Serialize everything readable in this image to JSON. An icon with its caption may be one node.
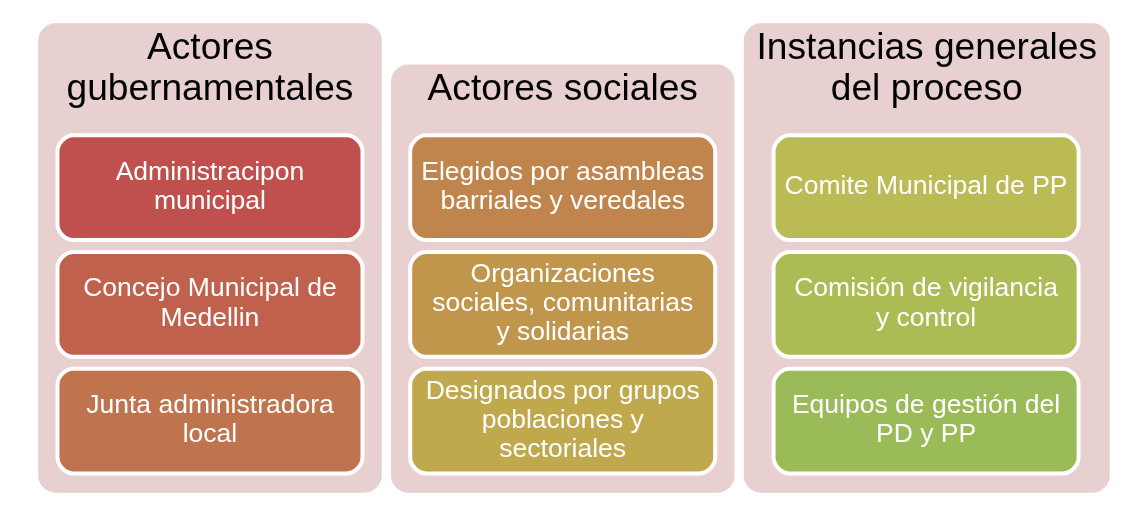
{
  "diagram": {
    "nodes": [
      {
        "text": [
          "Actores gubernamentales"
        ]
      },
      {
        "text": [
          "Administracipon municipal"
        ],
        "in": 0
      },
      {
        "text": [
          "Concejo Municipal de Medellin"
        ],
        "in": 0
      },
      {
        "text": [
          "Junta administradora local"
        ],
        "in": 0
      },
      {
        "text": [
          "Actores sociales"
        ]
      },
      {
        "text": [
          "Elegidos por asambleas barriales y veredales"
        ],
        "in": 4
      },
      {
        "text": [
          "Organizaciones sociales, comunitarias y solidarias"
        ],
        "in": 4
      },
      {
        "text": [
          "Designados por grupos poblaciones y sectoriales"
        ],
        "in": 4
      },
      {
        "text": [
          "Instancias generales del proceso"
        ]
      },
      {
        "text": [
          "Comite Municipal de PP"
        ],
        "in": 8
      },
      {
        "text": [
          "Comisión de vigilancia y control"
        ],
        "in": 8
      },
      {
        "text": [
          "Equipos de gestión del PD y PP"
        ],
        "in": 8
      }
    ],
    "edges": []
  }
}
